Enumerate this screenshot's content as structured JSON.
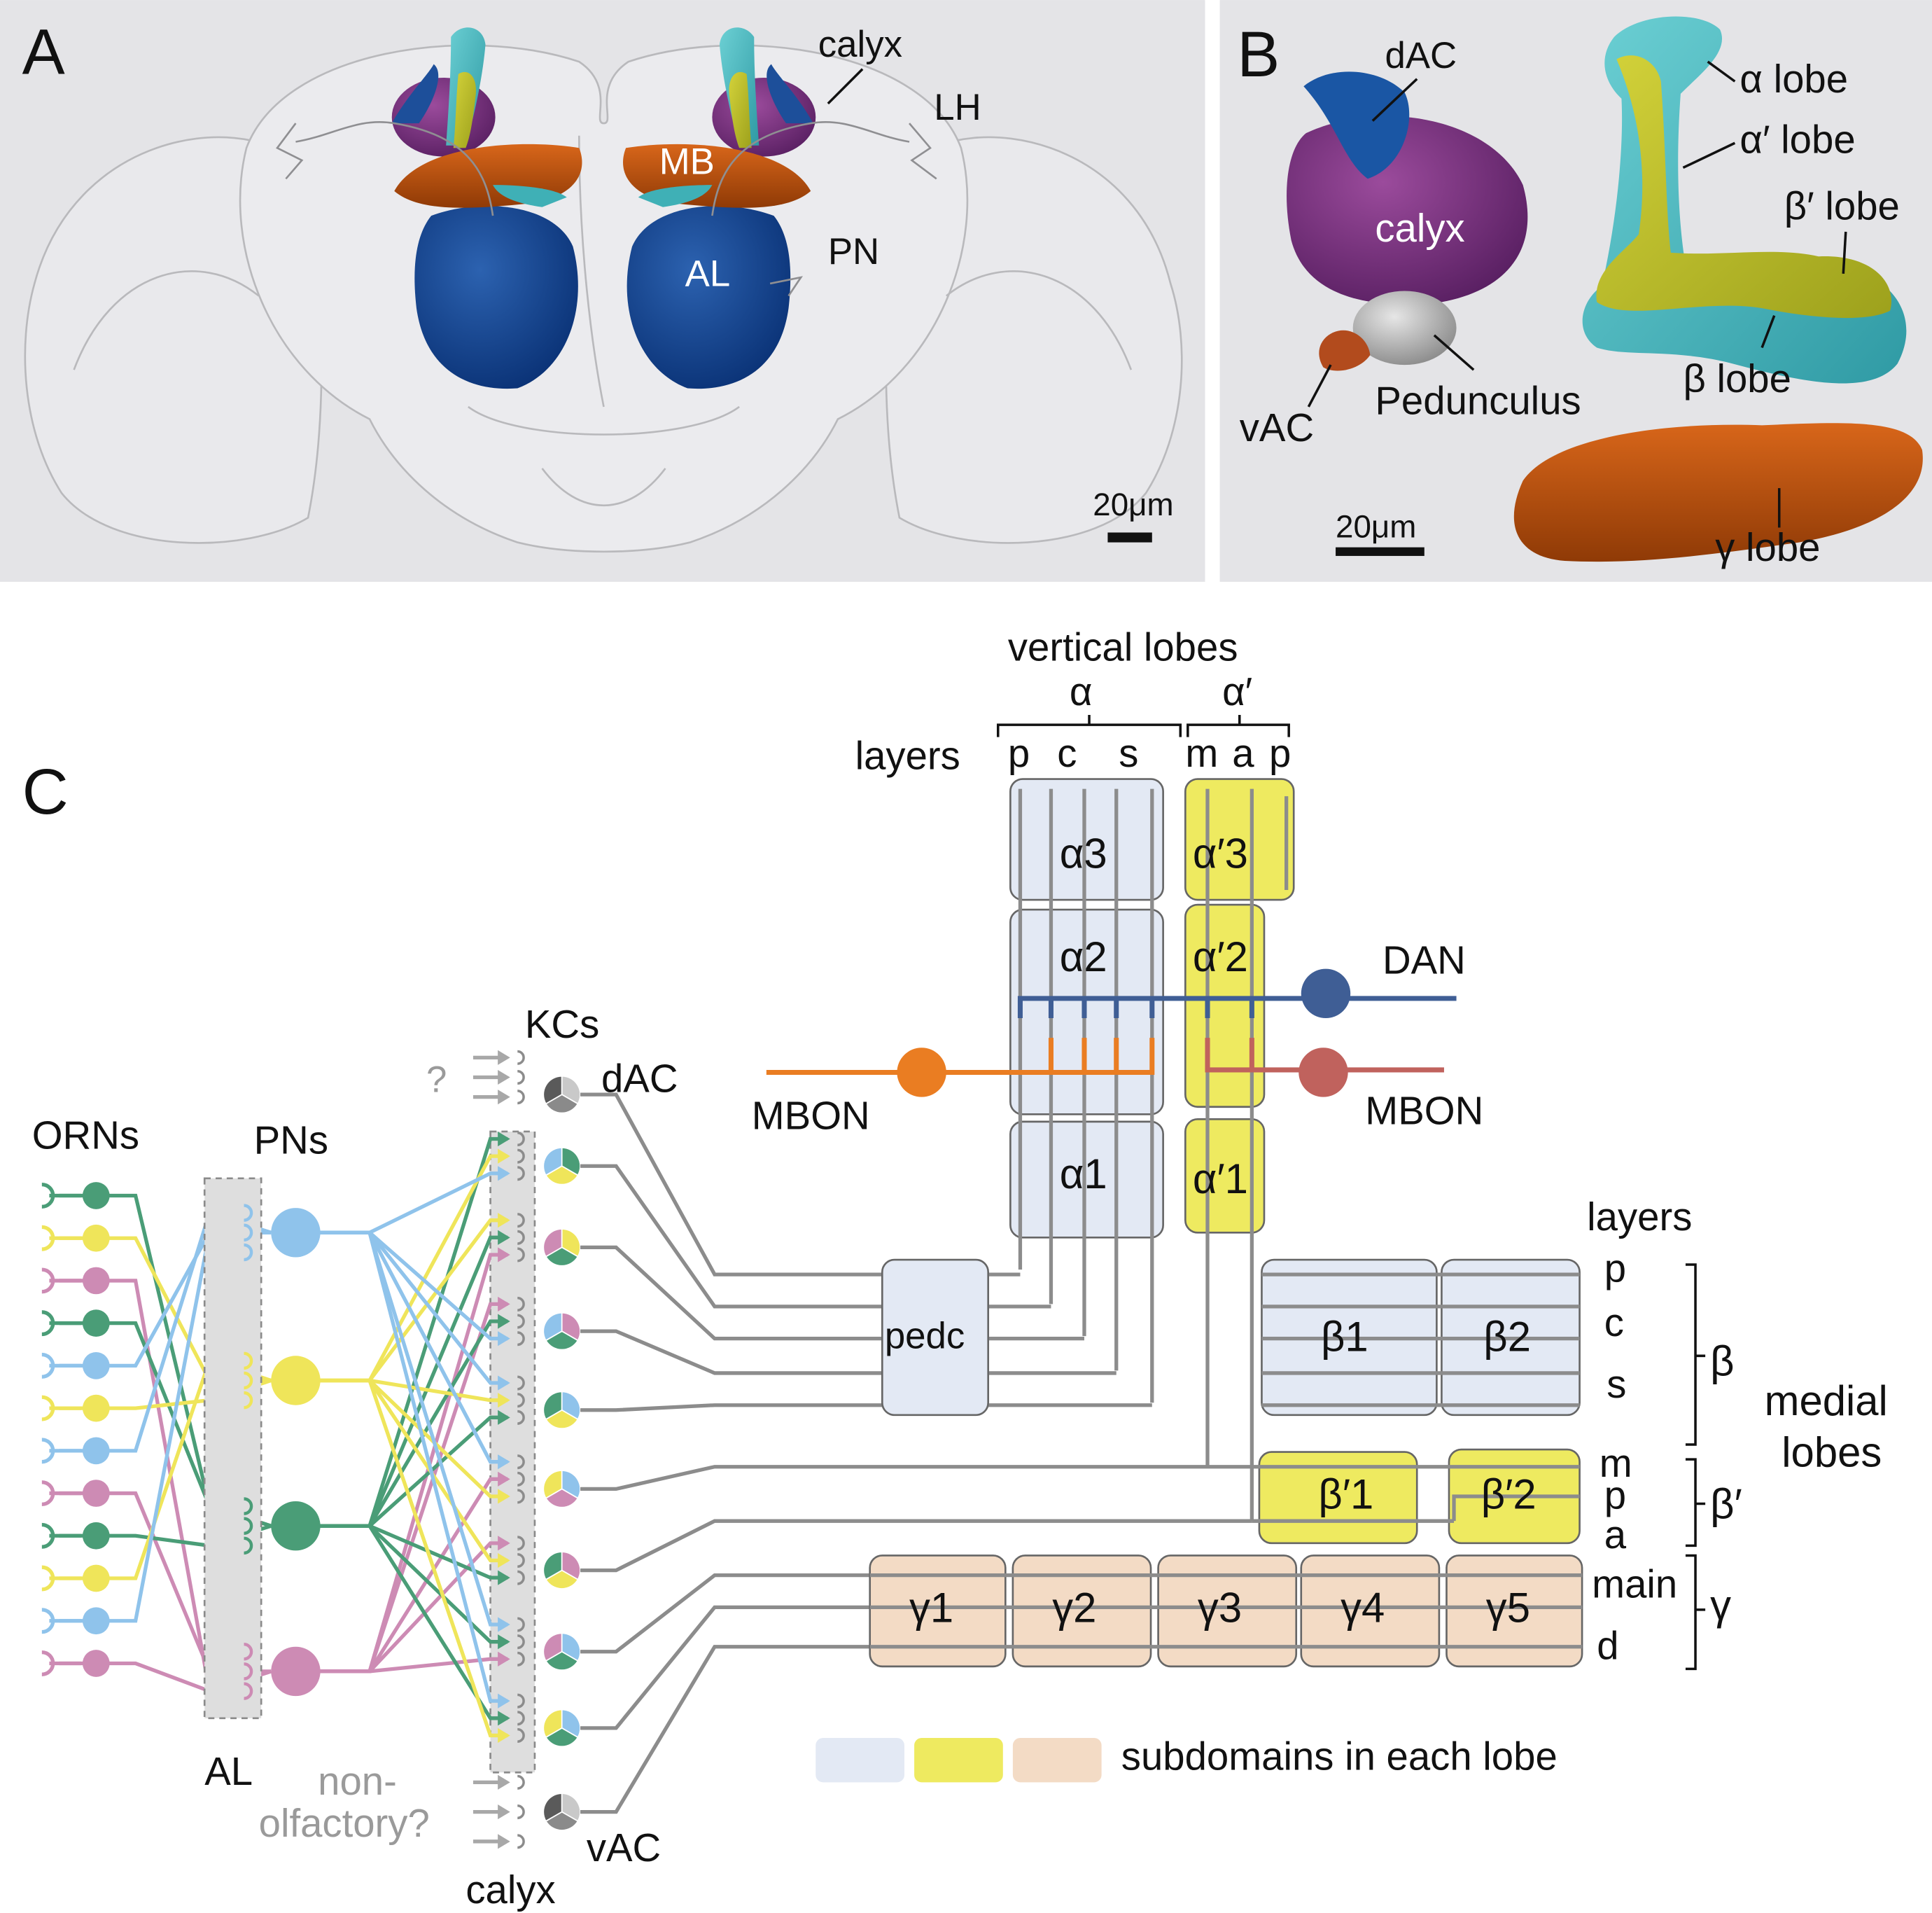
{
  "panelA": {
    "letter": "A",
    "labels": {
      "calyx": "calyx",
      "lh": "LH",
      "mb": "MB",
      "al": "AL",
      "pn": "PN"
    },
    "scale": "20μm"
  },
  "panelB": {
    "letter": "B",
    "labels": {
      "dac": "dAC",
      "calyx": "calyx",
      "vac": "vAC",
      "pedunculus": "Pedunculus",
      "alpha": "α lobe",
      "alphap": "α′ lobe",
      "betap": "β′ lobe",
      "beta": "β lobe",
      "gamma": "γ lobe"
    },
    "scale": "20μm"
  },
  "panelC": {
    "letter": "C",
    "ornsLabel": "ORNs",
    "pnsLabel": "PNs",
    "alLabel": "AL",
    "kcsLabel": "KCs",
    "calyxLabel": "calyx",
    "dacLabel": "dAC",
    "vacLabel": "vAC",
    "question": "?",
    "nonOlf1": "non-",
    "nonOlf2": "olfactory?",
    "verticalLobes": "vertical lobes",
    "alpha": "α",
    "alphaPrime": "α′",
    "layersTop": "layers",
    "alphaLayers": [
      "p",
      "c",
      "s"
    ],
    "alphaPrimeLayers": [
      "m",
      "a",
      "p"
    ],
    "vertBoxes": [
      "α3",
      "α2",
      "α1",
      "α′3",
      "α′2",
      "α′1"
    ],
    "dan": "DAN",
    "mbonLeft": "MBON",
    "mbonRight": "MBON",
    "pedc": "pedc",
    "betaBoxes": [
      "β1",
      "β2"
    ],
    "betaPrimeBoxes": [
      "β′1",
      "β′2"
    ],
    "gammaBoxes": [
      "γ1",
      "γ2",
      "γ3",
      "γ4",
      "γ5"
    ],
    "layersRight": "layers",
    "betaLayers": [
      "p",
      "c",
      "s"
    ],
    "betaPrimeLayers": [
      "m",
      "p",
      "a"
    ],
    "gammaLayers": [
      "main",
      "d"
    ],
    "betaGroup": "β",
    "betaPrimeGroup": "β′",
    "gammaGroup": "γ",
    "medial1": "medial",
    "medial2": "lobes",
    "legend": "subdomains in each lobe",
    "colors": {
      "blue": "#8fc3eb",
      "yellow": "#efe55a",
      "green": "#4a9d77",
      "pink": "#cd8bb4",
      "dan": "#3f5e95",
      "mbonOrange": "#ea7d22",
      "mbonRed": "#c0625d",
      "alphaFill": "#e3e9f4",
      "alphaPrimeFill": "#eeea60",
      "gammaFill": "#f3dbc5",
      "gray": "#8c8c8c"
    }
  }
}
